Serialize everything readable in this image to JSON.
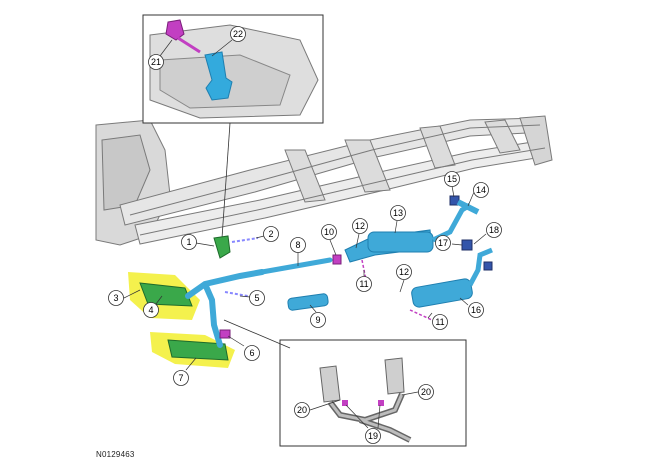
{
  "figure_code": "N0129463",
  "colors": {
    "pipe": "#3fa9d8",
    "pipe_dark": "#1f7fb0",
    "catalyst_green": "#3aa84a",
    "highlight_yellow": "#f3ef3a",
    "frame": "#e6e6e6",
    "frame_edge": "#7a7a7a",
    "clamp_magenta": "#c23fc2",
    "bracket_blue": "#33aadd"
  },
  "callouts": [
    {
      "id": "1"
    },
    {
      "id": "2"
    },
    {
      "id": "3"
    },
    {
      "id": "4"
    },
    {
      "id": "5"
    },
    {
      "id": "6"
    },
    {
      "id": "7"
    },
    {
      "id": "8"
    },
    {
      "id": "9"
    },
    {
      "id": "10"
    },
    {
      "id": "11"
    },
    {
      "id": "11b",
      "label": "11"
    },
    {
      "id": "12"
    },
    {
      "id": "12b",
      "label": "12"
    },
    {
      "id": "13"
    },
    {
      "id": "14"
    },
    {
      "id": "15"
    },
    {
      "id": "16"
    },
    {
      "id": "17"
    },
    {
      "id": "18"
    },
    {
      "id": "19"
    },
    {
      "id": "20"
    },
    {
      "id": "20b",
      "label": "20"
    },
    {
      "id": "21"
    },
    {
      "id": "22"
    }
  ]
}
